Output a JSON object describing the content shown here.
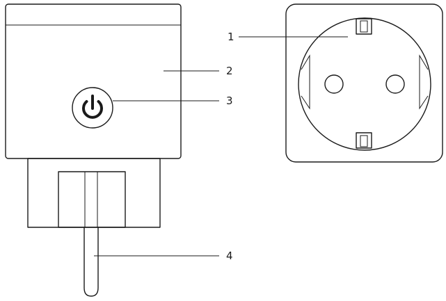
{
  "diagram": {
    "callouts": [
      {
        "label": "1",
        "part": "socket-earthing-contacts"
      },
      {
        "label": "2",
        "part": "plug-housing"
      },
      {
        "label": "3",
        "part": "power-button"
      },
      {
        "label": "4",
        "part": "plug-pin"
      }
    ]
  },
  "colors": {
    "line": "#1a1a1a",
    "background": "#ffffff"
  },
  "icons": {
    "power": "power-icon"
  }
}
